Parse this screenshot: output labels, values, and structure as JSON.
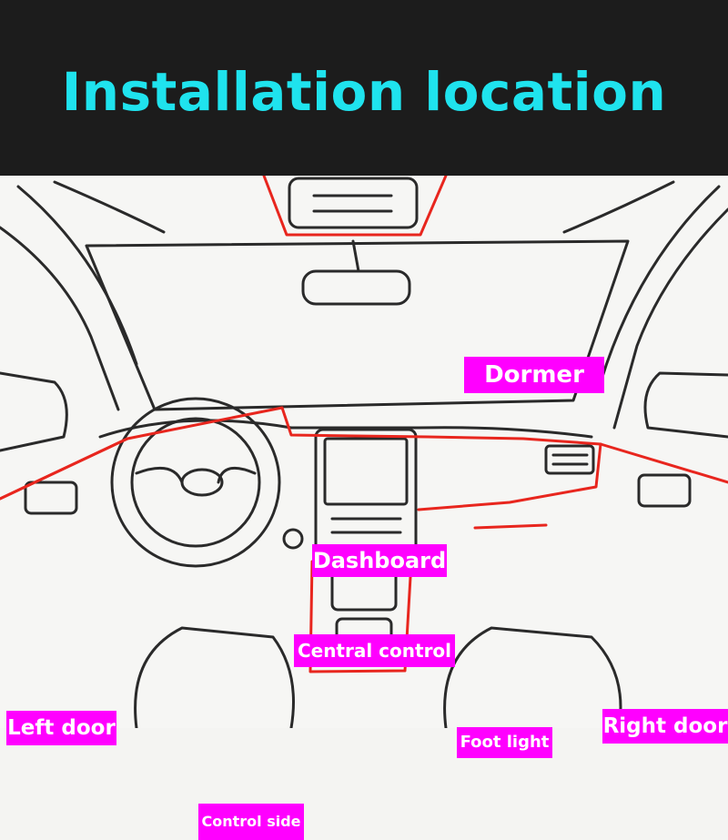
{
  "header": {
    "title": "Installation location"
  },
  "labels": {
    "dormer": "Dormer",
    "dashboard": "Dashboard",
    "central_control": "Central control",
    "left_door": "Left door",
    "right_door": "Right door",
    "foot_light": "Foot light",
    "control_side": "Control side"
  },
  "colors": {
    "header_bg": "#1c1c1c",
    "title": "#1fe3ee",
    "label_bg": "#ff00ff",
    "label_text": "#ffffff",
    "strip_line": "#e8261e",
    "sketch_line": "#2a2a2a"
  }
}
